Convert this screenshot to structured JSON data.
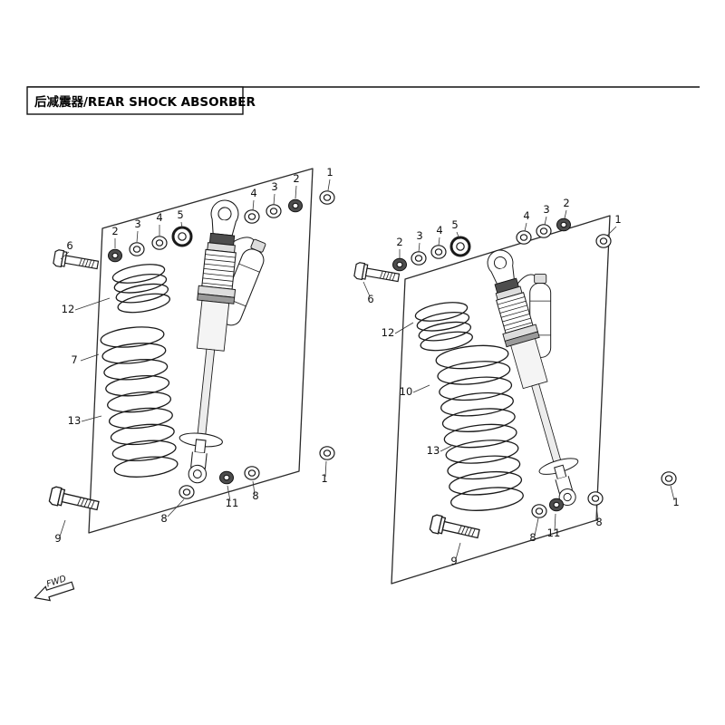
{
  "title": {
    "text": "后减震器/REAR SHOCK ABSORBER"
  },
  "fwd_label": "FWD",
  "callouts": {
    "left": [
      "1",
      "2",
      "3",
      "4",
      "5",
      "4",
      "3",
      "2",
      "6",
      "12",
      "7",
      "13",
      "8",
      "11",
      "8",
      "1",
      "9"
    ],
    "right": [
      "1",
      "2",
      "3",
      "4",
      "5",
      "4",
      "3",
      "2",
      "6",
      "12",
      "10",
      "13",
      "8",
      "11",
      "8",
      "1",
      "9"
    ]
  },
  "colors": {
    "line": "#1a1a1a",
    "background": "#ffffff"
  }
}
